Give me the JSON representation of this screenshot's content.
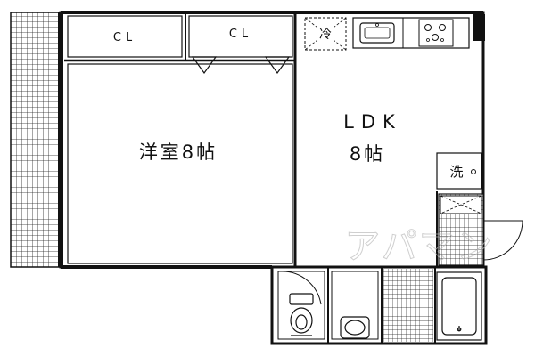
{
  "floorplan": {
    "closet_left_label": "CL",
    "closet_right_label": "CL",
    "bedroom_label": "洋室8帖",
    "ldk_title": "LDK",
    "ldk_size": "8帖",
    "fridge_label": "冷",
    "washer_label": "洗",
    "watermark_text": "アパマン"
  }
}
